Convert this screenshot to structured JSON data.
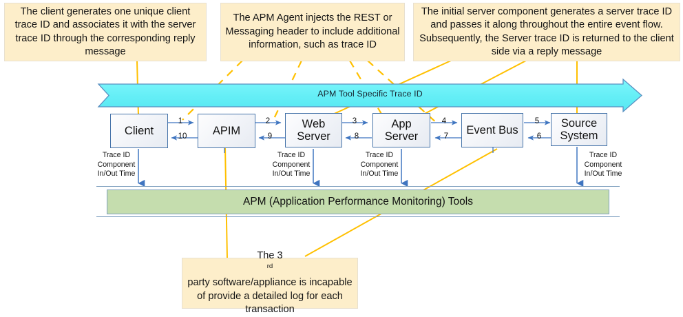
{
  "diagram": {
    "title": "APM Trace ID Flow",
    "banner": {
      "label": "APM Tool Specific Trace ID",
      "color": "#6ff0f5"
    },
    "apm_bar": {
      "label": "APM (Application Performance Monitoring) Tools",
      "color": "#c5ddae"
    },
    "nodes": [
      {
        "id": "client",
        "label": "Client"
      },
      {
        "id": "apim",
        "label": "APIM"
      },
      {
        "id": "web",
        "label": "Web\nServer",
        "line1": "Web",
        "line2": "Server"
      },
      {
        "id": "app",
        "label": "App\nServer",
        "line1": "App",
        "line2": "Server"
      },
      {
        "id": "eventbus",
        "label": "Event Bus"
      },
      {
        "id": "source",
        "label": "Source\nSystem",
        "line1": "Source",
        "line2": "System"
      }
    ],
    "flow_numbers": {
      "forward": [
        "1",
        "2",
        "3",
        "4",
        "5"
      ],
      "reply": [
        "10",
        "9",
        "8",
        "7",
        "6"
      ]
    },
    "captions": [
      {
        "for": "client",
        "line1": "Trace ID",
        "line2": "Component",
        "line3": "In/Out Time"
      },
      {
        "for": "web",
        "line1": "Trace ID",
        "line2": "Component",
        "line3": "In/Out Time"
      },
      {
        "for": "app",
        "line1": "Trace ID",
        "line2": "Component",
        "line3": "In/Out Time"
      },
      {
        "for": "source",
        "line1": "Trace ID",
        "line2": "Component",
        "line3": "In/Out Time"
      }
    ],
    "notes": [
      {
        "id": "note-client-trace",
        "text": "The client generates one unique client trace ID and associates it with the server trace ID through the corresponding reply message"
      },
      {
        "id": "note-apm-agent",
        "text": "The APM Agent injects the REST or Messaging header to include additional information, such as trace ID"
      },
      {
        "id": "note-server-trace",
        "text": "The initial server component generates a server trace ID and passes it along throughout the entire event flow. Subsequently, the Server trace ID is returned to the client side via a reply message"
      },
      {
        "id": "note-third-party",
        "text_before": "The 3",
        "text_sup": "rd",
        "text_after": " party software/appliance is incapable of provide a detailed log for each transaction"
      }
    ],
    "colors": {
      "note_fill": "#fdeeca",
      "connector": "#ffc000",
      "node_border": "#4472a8",
      "arrow_blue": "#3f75c0",
      "banner_fill": "#6ff0f5",
      "apm_fill": "#c5ddae"
    }
  }
}
